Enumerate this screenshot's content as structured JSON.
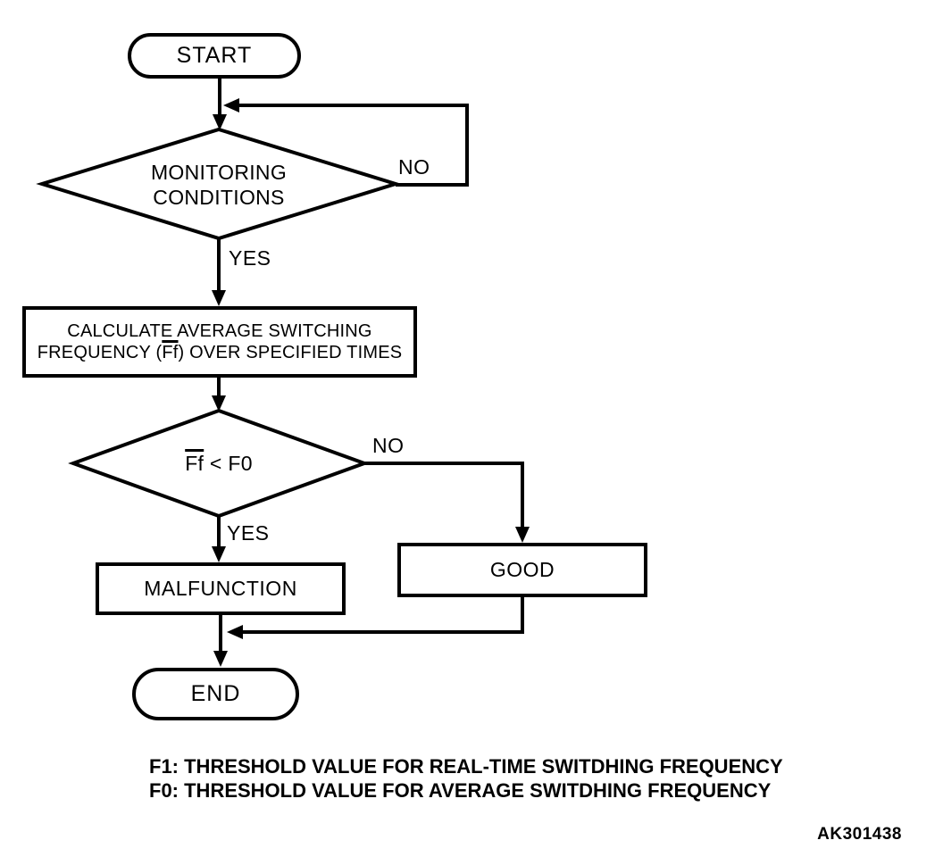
{
  "diagram_title": "switching frequency monitor flowchart",
  "colors": {
    "line": "#000000",
    "background": "#ffffff",
    "text": "#000000"
  },
  "nodes": {
    "start": {
      "label": "START"
    },
    "monitoring_decision": {
      "line1": "MONITORING",
      "line2": "CONDITIONS"
    },
    "calculate_process": {
      "line1": "CALCULATE AVERAGE SWITCHING",
      "line2_prefix": "FREQUENCY (",
      "line2_overline": "Ff",
      "line2_suffix": ") OVER SPECIFIED TIMES"
    },
    "threshold_decision": {
      "overline": "Ff",
      "suffix": " < F0"
    },
    "malfunction": {
      "label": "MALFUNCTION"
    },
    "good": {
      "label": "GOOD"
    },
    "end": {
      "label": "END"
    }
  },
  "edge_labels": {
    "monitoring_no": "NO",
    "monitoring_yes": "YES",
    "threshold_no": "NO",
    "threshold_yes": "YES"
  },
  "footnotes": [
    "F1: THRESHOLD VALUE FOR REAL-TIME SWITDHING FREQUENCY",
    "F0: THRESHOLD VALUE FOR AVERAGE SWITDHING FREQUENCY"
  ],
  "figure_code": "AK301438"
}
